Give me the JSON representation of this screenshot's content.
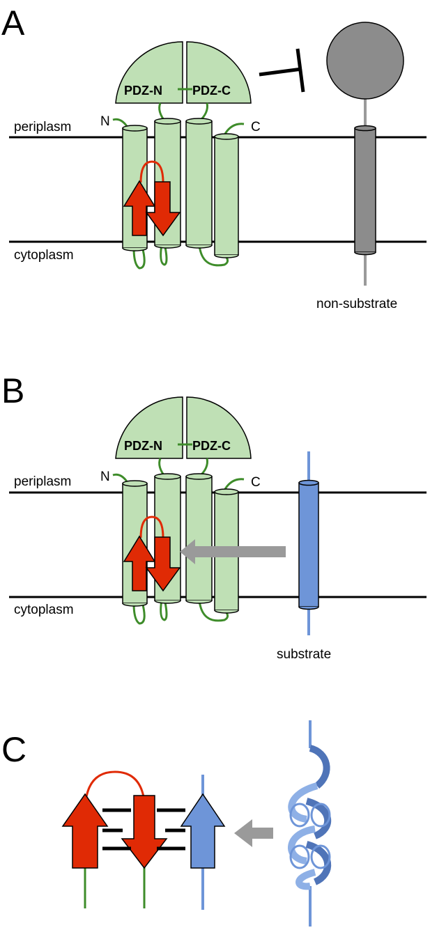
{
  "panels": {
    "a": {
      "letter": "A",
      "pdz_n": "PDZ-N",
      "pdz_c": "PDZ-C",
      "periplasm": "periplasm",
      "cytoplasm": "cytoplasm",
      "n_term": "N",
      "c_term": "C",
      "non_substrate": "non-substrate"
    },
    "b": {
      "letter": "B",
      "pdz_n": "PDZ-N",
      "pdz_c": "PDZ-C",
      "periplasm": "periplasm",
      "cytoplasm": "cytoplasm",
      "n_term": "N",
      "c_term": "C",
      "substrate": "substrate"
    },
    "c": {
      "letter": "C"
    }
  },
  "colors": {
    "tm_green": "#bfe0b5",
    "loop_green": "#3e8c2a",
    "strand_red": "#e02a05",
    "non_substrate_gray": "#8c8c8c",
    "substrate_blue": "#6e95d8",
    "arrow_gray": "#9a9a9a"
  }
}
